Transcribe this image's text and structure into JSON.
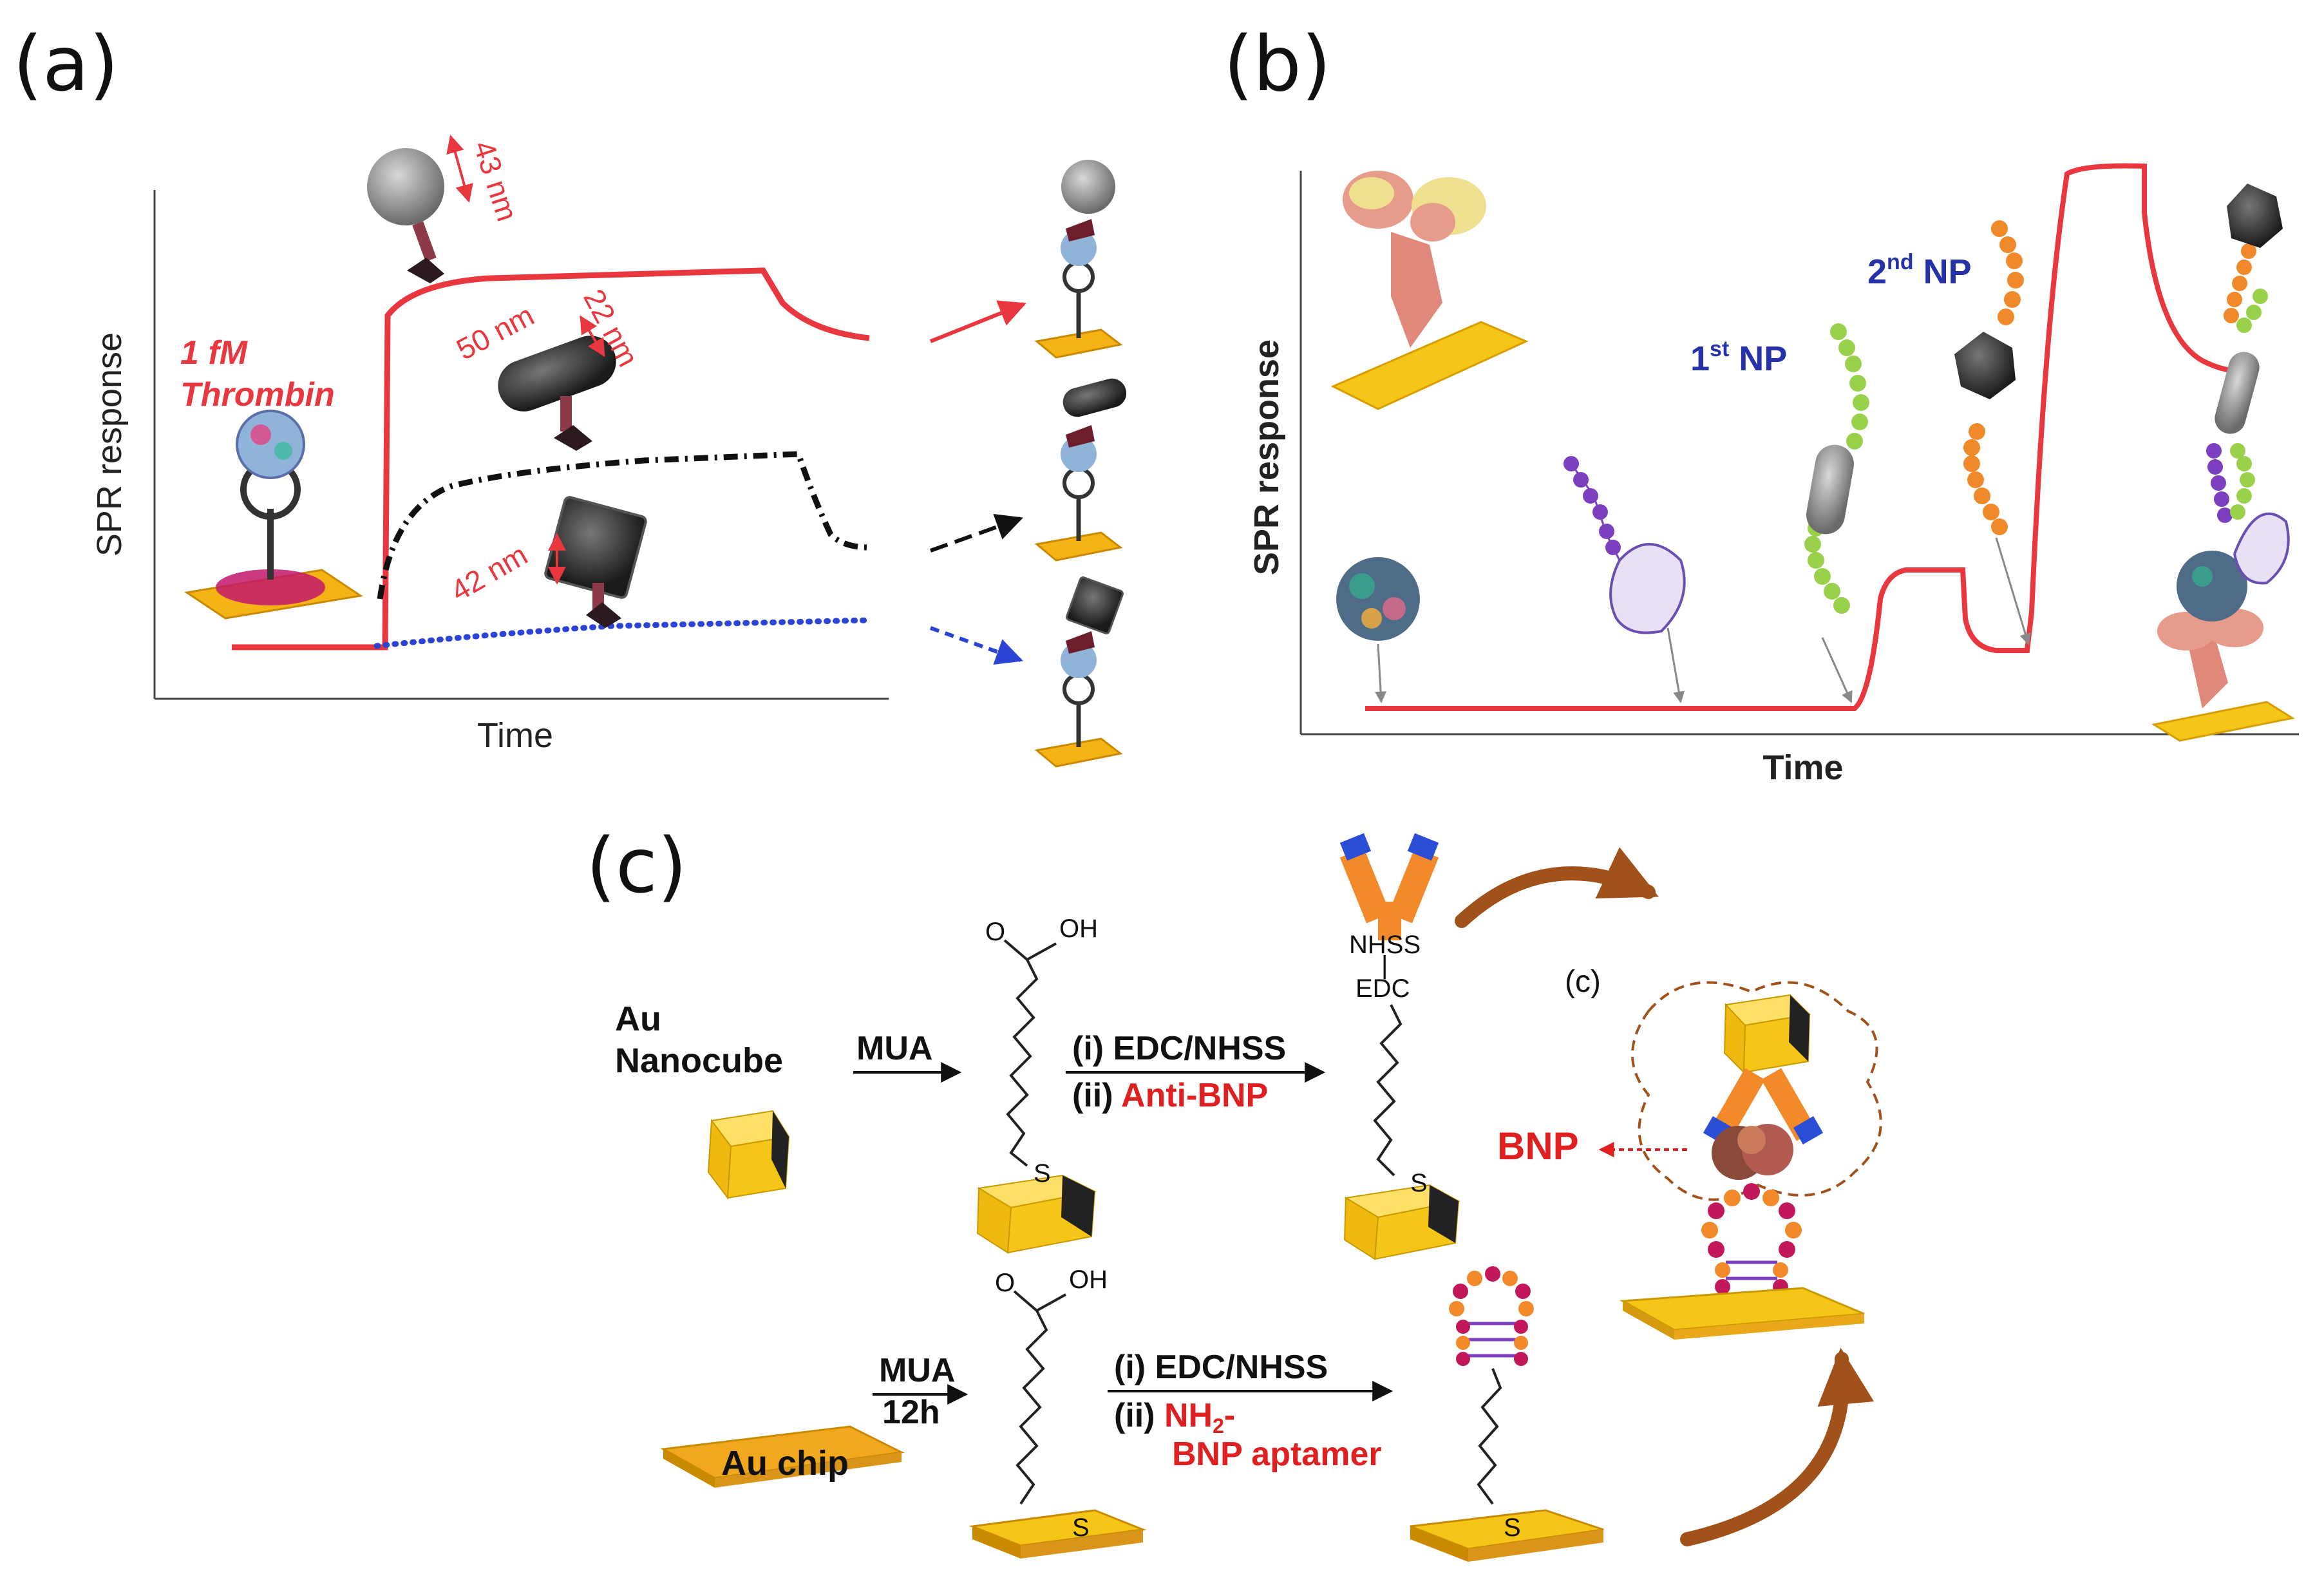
{
  "panel_a": {
    "letter": "(a)",
    "y_axis_title": "SPR response",
    "x_axis_title": "Time",
    "analyte_line1": "1 fM",
    "analyte_line2": "Thrombin",
    "dim_sphere": "43 nm",
    "dim_rod_length": "50 nm",
    "dim_rod_width": "22 nm",
    "dim_cube": "42 nm",
    "colors": {
      "red_curve": "#e8373f",
      "black_curve": "#111111",
      "blue_curve": "#2b44d6"
    }
  },
  "panel_b": {
    "letter": "(b)",
    "y_axis_title": "SPR response",
    "x_axis_title": "Time",
    "np1_pre": "1",
    "np1_sup": "st",
    "np1_post": " NP",
    "np2_pre": "2",
    "np2_sup": "nd",
    "np2_post": " NP",
    "colors": {
      "curve": "#e8373f",
      "np_label": "#2633a8"
    }
  },
  "panel_c": {
    "letter": "(c)",
    "inset_letter": "(c)",
    "nanocube_line1": "Au",
    "nanocube_line2": "Nanocube",
    "mua_top": "MUA",
    "mua_bottom": "MUA",
    "time_bottom": "12h",
    "step_top_i": "(i) EDC/NHSS",
    "step_top_ii_pre": "(ii) ",
    "step_top_ii_red": "Anti-BNP",
    "step_bot_i": "(i) EDC/NHSS",
    "step_bot_ii_pre": "(ii) ",
    "step_bot_ii_red1": "NH",
    "step_bot_ii_red_sub": "2",
    "step_bot_ii_red2": "-",
    "step_bot_ii_red3": "BNP aptamer",
    "chip_label": "Au chip",
    "o_label": "O",
    "oh_label": "OH",
    "o_label_2": "O",
    "oh_label_2": "OH",
    "s_label_1": "S",
    "s_label_2": "S",
    "s_label_3": "S",
    "s_label_4": "S",
    "nhss_label": "NHSS",
    "bar_label": "|",
    "edc_label": "EDC",
    "bnp_label": "BNP",
    "colors": {
      "gold": "#f5c518",
      "chip": "#f2a81e",
      "antibody": "#f28a2a",
      "aptamer_bead": "#c2185b",
      "arrow_brown": "#a0521a"
    }
  }
}
